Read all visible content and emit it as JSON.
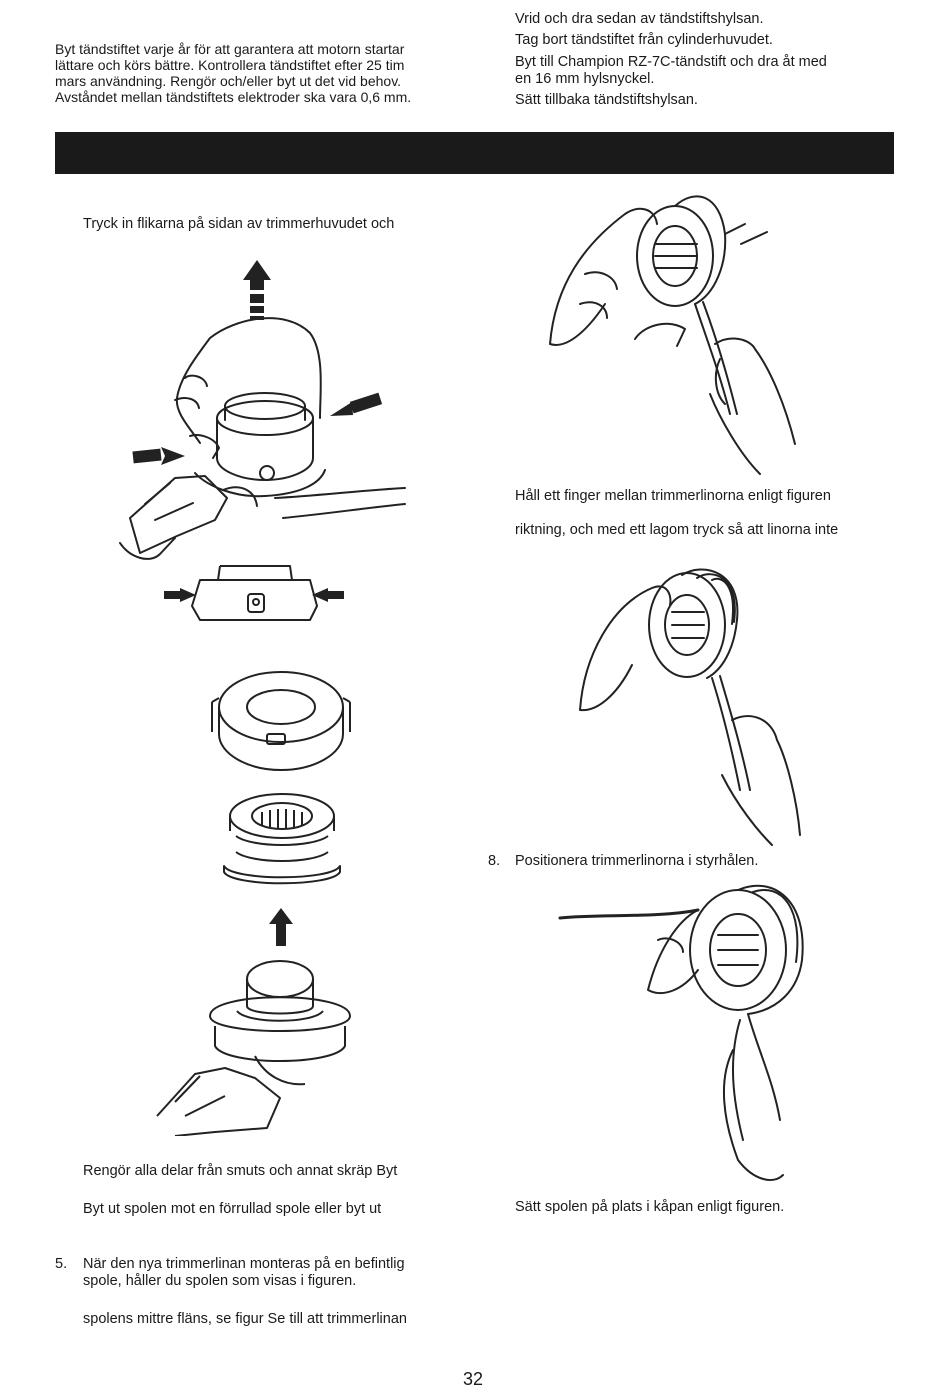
{
  "top_left": {
    "lines": [
      "Byt tändstiftet varje år för att garantera att motorn startar",
      "lättare och körs bättre. Kontrollera tändstiftet efter 25 tim",
      "mars användning. Rengör och/eller byt ut det vid behov.",
      "Avståndet mellan tändstiftets elektroder ska vara 0,6 mm."
    ]
  },
  "top_right": {
    "lines": [
      "Vrid och dra sedan av tändstiftshylsan.",
      "Tag bort tändstiftet från cylinderhuvudet.",
      "Byt till Champion RZ-7C-tändstift och dra åt med",
      "en 16 mm hylsnyckel.",
      "Sätt tillbaka tändstiftshylsan."
    ]
  },
  "section_bar": {
    "color": "#1a1a1a"
  },
  "left_col": {
    "step_a": "Tryck in flikarna på sidan av trimmerhuvudet och",
    "step_b": "Rengör alla delar från smuts och annat skräp Byt",
    "step_c": "Byt ut spolen mot en förrullad spole eller byt ut",
    "step5_num": "5.",
    "step5_line1": "När den nya trimmerlinan monteras på en befintlig",
    "step5_line2": "spole, håller du spolen som visas i figuren.",
    "step5_line3": "spolens mittre fläns, se figur Se till att trimmerlinan"
  },
  "right_col": {
    "hold_finger": "Håll ett finger mellan trimmerlinorna enligt figuren",
    "direction": "riktning, och med ett lagom tryck så att linorna inte",
    "step8_num": "8.",
    "step8": "Positionera trimmerlinorna i styrhålen.",
    "place_spool": "Sätt spolen på plats i kåpan enligt figuren."
  },
  "page_number": "32"
}
